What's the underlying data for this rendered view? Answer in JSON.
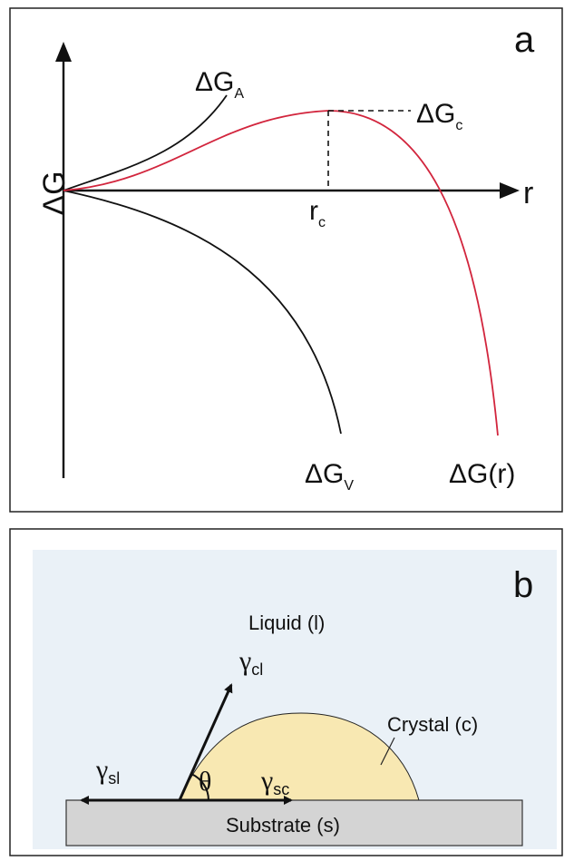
{
  "panel_a": {
    "letter": "a",
    "y_axis_label": "ΔG",
    "x_axis_label": "r",
    "rc_label": {
      "main": "r",
      "sub": "c"
    },
    "critical_label": {
      "main": "ΔG",
      "sub": "c"
    },
    "curves": [
      {
        "main": "ΔG",
        "sub": "A",
        "color": "#111111"
      },
      {
        "main": "ΔG",
        "sub": "V",
        "color": "#111111"
      },
      {
        "main": "ΔG(r)",
        "sub": "",
        "color": "#d2253d"
      }
    ]
  },
  "panel_b": {
    "letter": "b",
    "background": "#eaf1f7",
    "liquid_label": "Liquid (l)",
    "crystal_label": "Crystal (c)",
    "substrate_label": "Substrate (s)",
    "angle_label": "θ",
    "vectors": [
      {
        "main": "γ",
        "sub": "cl"
      },
      {
        "main": "γ",
        "sub": "sl"
      },
      {
        "main": "γ",
        "sub": "sc"
      }
    ],
    "crystal_color": "#f8e8b2",
    "substrate_color": "#d4d4d4"
  }
}
